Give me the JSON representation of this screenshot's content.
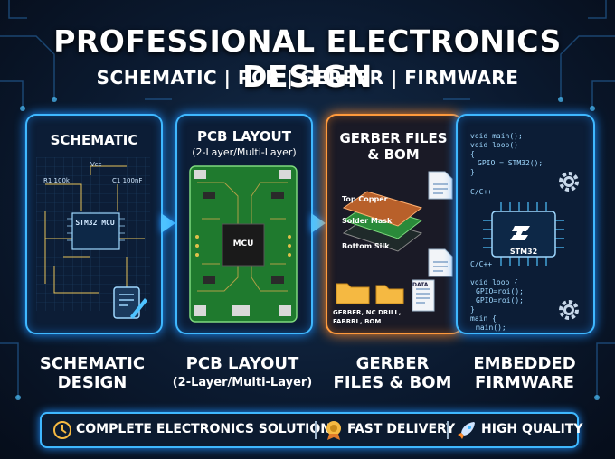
{
  "header": {
    "title": "PROFESSIONAL ELECTRONICS DESIGN",
    "subtitle": "SCHEMATIC | PCB | GERBER | FIRMWARE"
  },
  "panels": [
    {
      "title": "SCHEMATIC",
      "chip": "STM32 MCU",
      "labels": [
        "Vcc",
        "R1 100k",
        "C1 100nF"
      ]
    },
    {
      "title": "PCB LAYOUT",
      "subtitle": "(2-Layer/Multi-Layer)",
      "chip": "MCU"
    },
    {
      "title": "GERBER FILES & BOM",
      "layers": [
        "Top Copper",
        "Solder Mask",
        "Bottom Silk"
      ],
      "folders": [
        "GERBER, NC DRILL,",
        "FABRRL, BOM"
      ],
      "doc_label": "DATA"
    },
    {
      "title": "",
      "chip": "STM32",
      "lang": [
        "C/C++",
        "C/C++"
      ],
      "code_top": [
        "void main();",
        "void loop()",
        "{",
        "GPIO = STM32();",
        "}"
      ],
      "code_bottom": [
        "void loop {",
        "GPIO=roi();",
        "GPIO=roi();",
        "}",
        "main {",
        "main();"
      ]
    }
  ],
  "captions": [
    {
      "line1": "SCHEMATIC",
      "line2": "DESIGN"
    },
    {
      "line1": "PCB LAYOUT",
      "line2": "(2-Layer/Multi-Layer)"
    },
    {
      "line1": "GERBER",
      "line2": "FILES & BOM"
    },
    {
      "line1": "EMBEDDED",
      "line2": "FIRMWARE"
    }
  ],
  "footer": {
    "item1": "COMPLETE ELECTRONICS SOLUTION",
    "item2": "FAST DELIVERY",
    "item3": "HIGH QUALITY"
  },
  "colors": {
    "accent": "#3fb8ff",
    "orange": "#ff9a3c",
    "pcb": "#1f7a2e"
  }
}
